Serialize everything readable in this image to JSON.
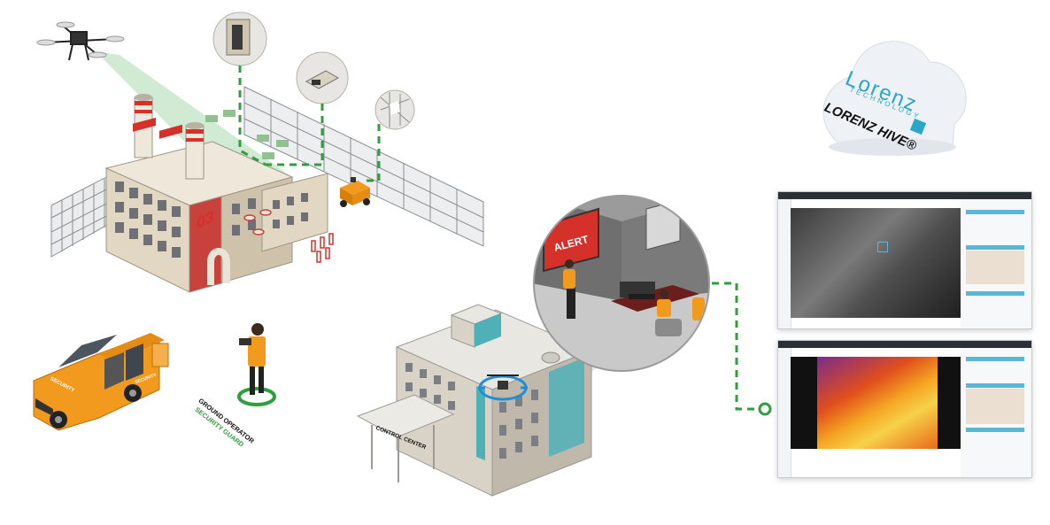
{
  "brand": {
    "name": "Lorenz",
    "subtitle": "TECHNOLOGY",
    "product": "LORENZ HIVE®"
  },
  "labels": {
    "alert": "ALERT",
    "building_number": "03",
    "van_label": "SECURITY",
    "ground_operator": "GROUND OPERATOR",
    "security_guard": "SECURITY GUARD",
    "control_center": "CONTROL CENTER"
  },
  "colors": {
    "accent_orange": "#f29a1e",
    "alert_red": "#d6302b",
    "link_green": "#2e9f3c",
    "brand_blue": "#2aa6c8",
    "building_beige": "#e8dfcd"
  }
}
